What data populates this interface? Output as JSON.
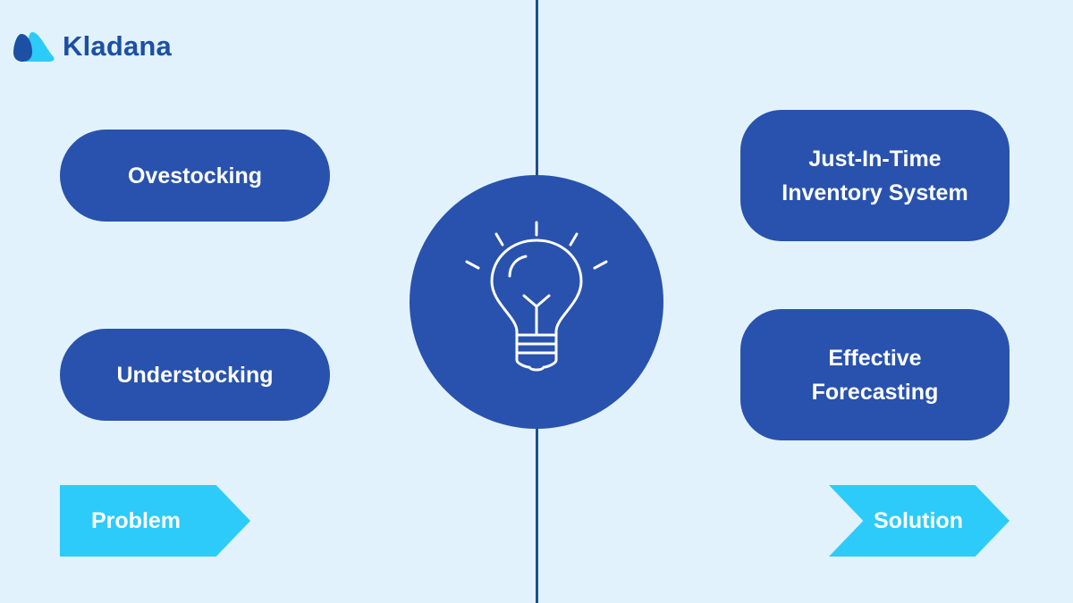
{
  "brand": {
    "name": "Kladana",
    "icon": "kladana-mountain-logo-icon",
    "colors": {
      "dark": "#1b50a4",
      "light": "#2ccbfa"
    }
  },
  "problems": {
    "label": "Problem",
    "items": [
      {
        "label": "Ovestocking"
      },
      {
        "label": "Understocking"
      }
    ]
  },
  "solutions": {
    "label": "Solution",
    "items": [
      {
        "line1": "Just-In-Time",
        "line2": "Inventory System"
      },
      {
        "line1": "Effective",
        "line2": "Forecasting"
      }
    ]
  },
  "center": {
    "icon": "lightbulb-icon"
  },
  "colors": {
    "background": "#e2f2fc",
    "box": "#2852ad",
    "arrow": "#2ccbfa",
    "divider": "#1d4f91",
    "text": "#ffffff"
  }
}
